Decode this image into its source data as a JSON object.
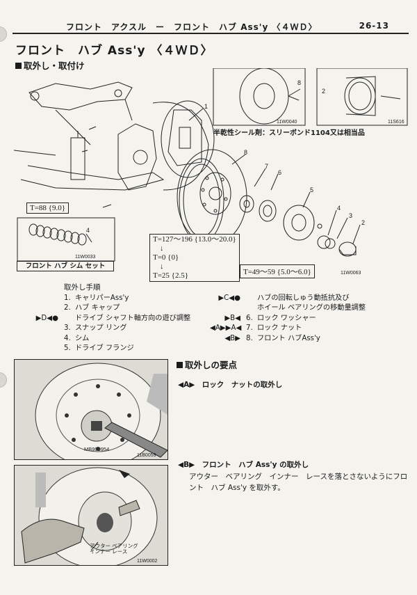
{
  "header": {
    "running_title": "フロント　アクスル　ー　フロント　ハブ Ass'y 〈４ＷＤ〉",
    "page_number": "26-13"
  },
  "title": "フロント　ハブ Ass'y 〈４ＷＤ〉",
  "removal_heading": "取外し・取付け",
  "diagram": {
    "torque_main_left": "T=88 {9.0}",
    "torque_rotor_1": "T=127～196 {13.0～20.0}",
    "torque_rotor_arrow1": "↓",
    "torque_rotor_2": "T=0 {0}",
    "torque_rotor_arrow2": "↓",
    "torque_rotor_3": "T=25 {2.5}",
    "torque_right": "T=49～59 {5.0～6.0}",
    "code_main": "11W0063",
    "code_inset_a": "11W0040",
    "code_inset_b": "11S616",
    "code_shim": "11W0033",
    "sealant_note": "半乾性シール剤：スリーボンド1104又は相当品",
    "shim_caption": "フロント ハブ シム セット",
    "labels": {
      "n1": "1",
      "n2": "2",
      "n3": "3",
      "n4": "4",
      "n5": "5",
      "n6": "6",
      "n7": "7",
      "n8": "8",
      "inset_n8": "8",
      "inset_n2": "2",
      "shim_n4": "4"
    }
  },
  "procedure": {
    "title": "取外し手順",
    "left_items": [
      {
        "mark": "",
        "num": "1.",
        "text": "キャリパーAss'y"
      },
      {
        "mark": "",
        "num": "2.",
        "text": "ハブ キャップ"
      },
      {
        "mark": "▶D◀●",
        "num": "",
        "text": "ドライブ シャフト軸方向の遊び調整"
      },
      {
        "mark": "",
        "num": "3.",
        "text": "スナップ リング"
      },
      {
        "mark": "",
        "num": "4.",
        "text": "シム"
      },
      {
        "mark": "",
        "num": "5.",
        "text": "ドライブ フランジ"
      }
    ],
    "right_items": [
      {
        "mark": "▶C◀●",
        "num": "",
        "text": "ハブの回転しゅう動抵抗及び"
      },
      {
        "mark": "",
        "num": "",
        "text": "ホイール ベアリングの移動量調整"
      },
      {
        "mark": "▶B◀",
        "num": "6.",
        "text": "ロック ワッシャー"
      },
      {
        "mark": "◀A▶▶A◀",
        "num": "7.",
        "text": "ロック ナット"
      },
      {
        "mark": "◀B▶",
        "num": "8.",
        "text": "フロント ハブAss'y"
      }
    ]
  },
  "key_points": {
    "heading": "取外しの要点",
    "point_a_heading": "◀A▶　ロック　ナットの取外し",
    "point_b_heading": "◀B▶　フロント　ハブ Ass'y の取外し",
    "point_b_body": "アウター　ベアリング　インナー　レースを落とさないようにフロント　ハブ Ass'y を取外す。"
  },
  "photo_top": {
    "tool_code": "MB990954",
    "code": "11B0059"
  },
  "photo_bottom": {
    "label_line1": "アウター ベアリング",
    "label_line2": "インナー レース",
    "code": "11W0002"
  }
}
